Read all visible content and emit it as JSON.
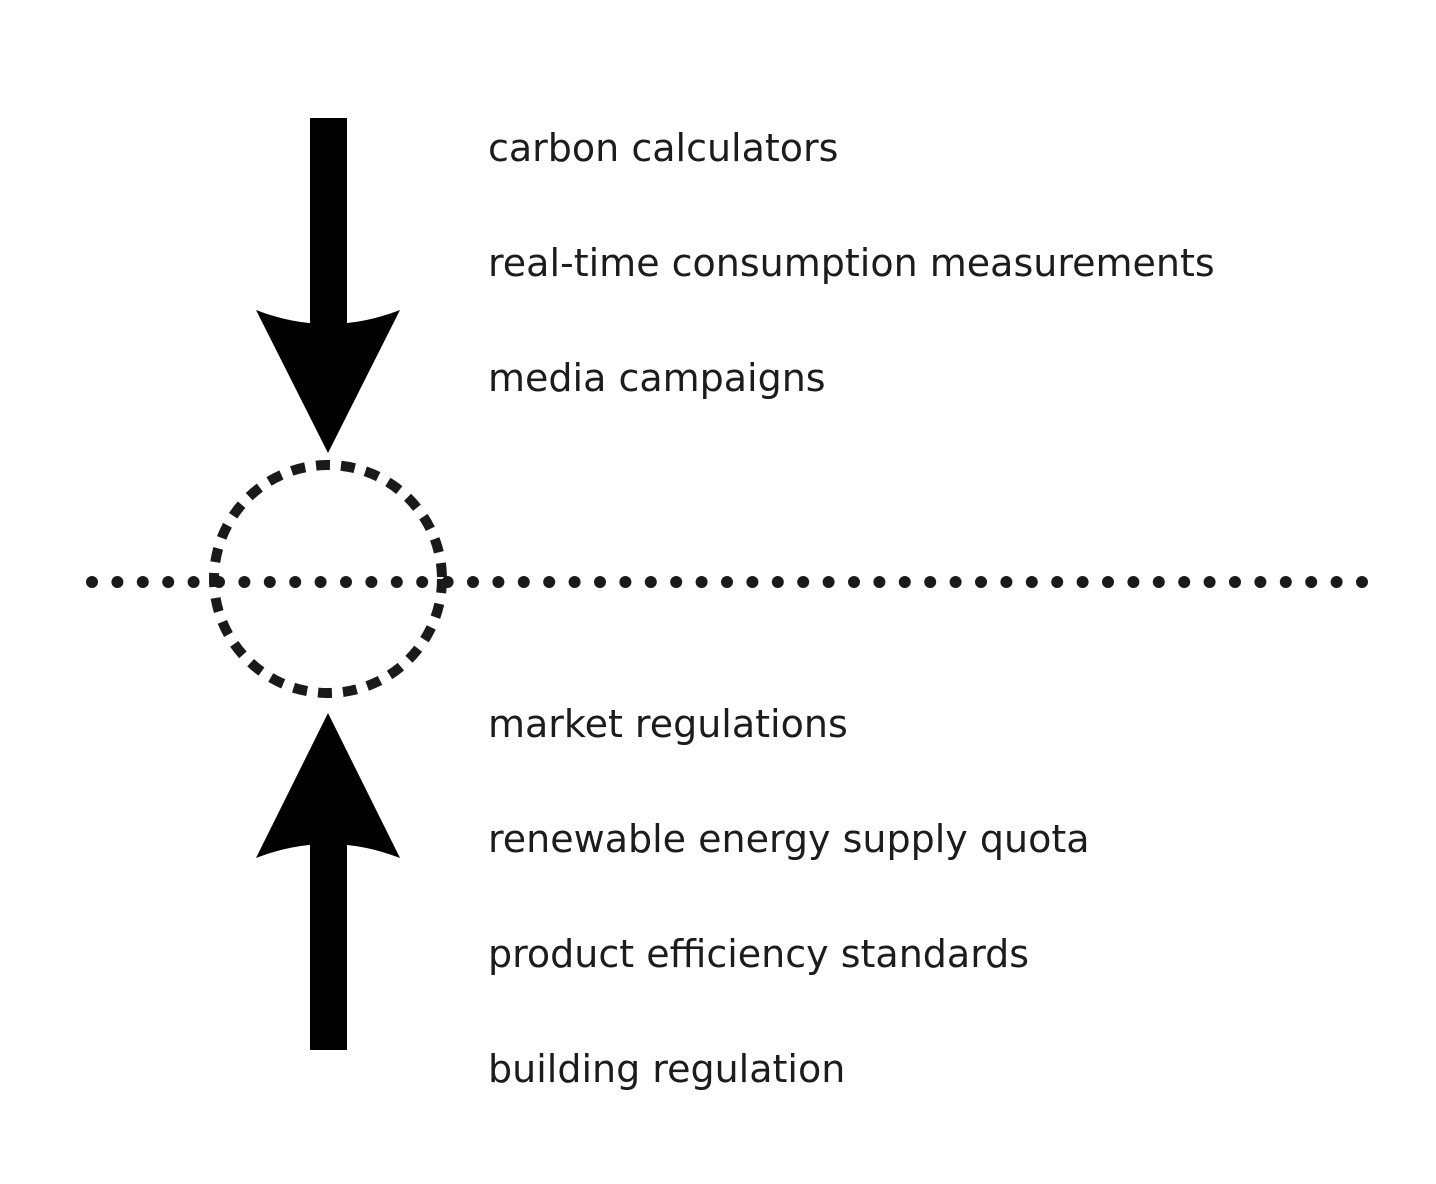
{
  "colors": {
    "arrow": "#000000",
    "dotted": "#1a1a1a",
    "text": "#1c1c1c",
    "background": "#ffffff"
  },
  "top_items": [
    "carbon calculators",
    "real-time consumption measurements",
    "media campaigns"
  ],
  "bottom_items": [
    "market regulations",
    "renewable energy supply quota",
    "product efficiency standards",
    "building regulation"
  ]
}
